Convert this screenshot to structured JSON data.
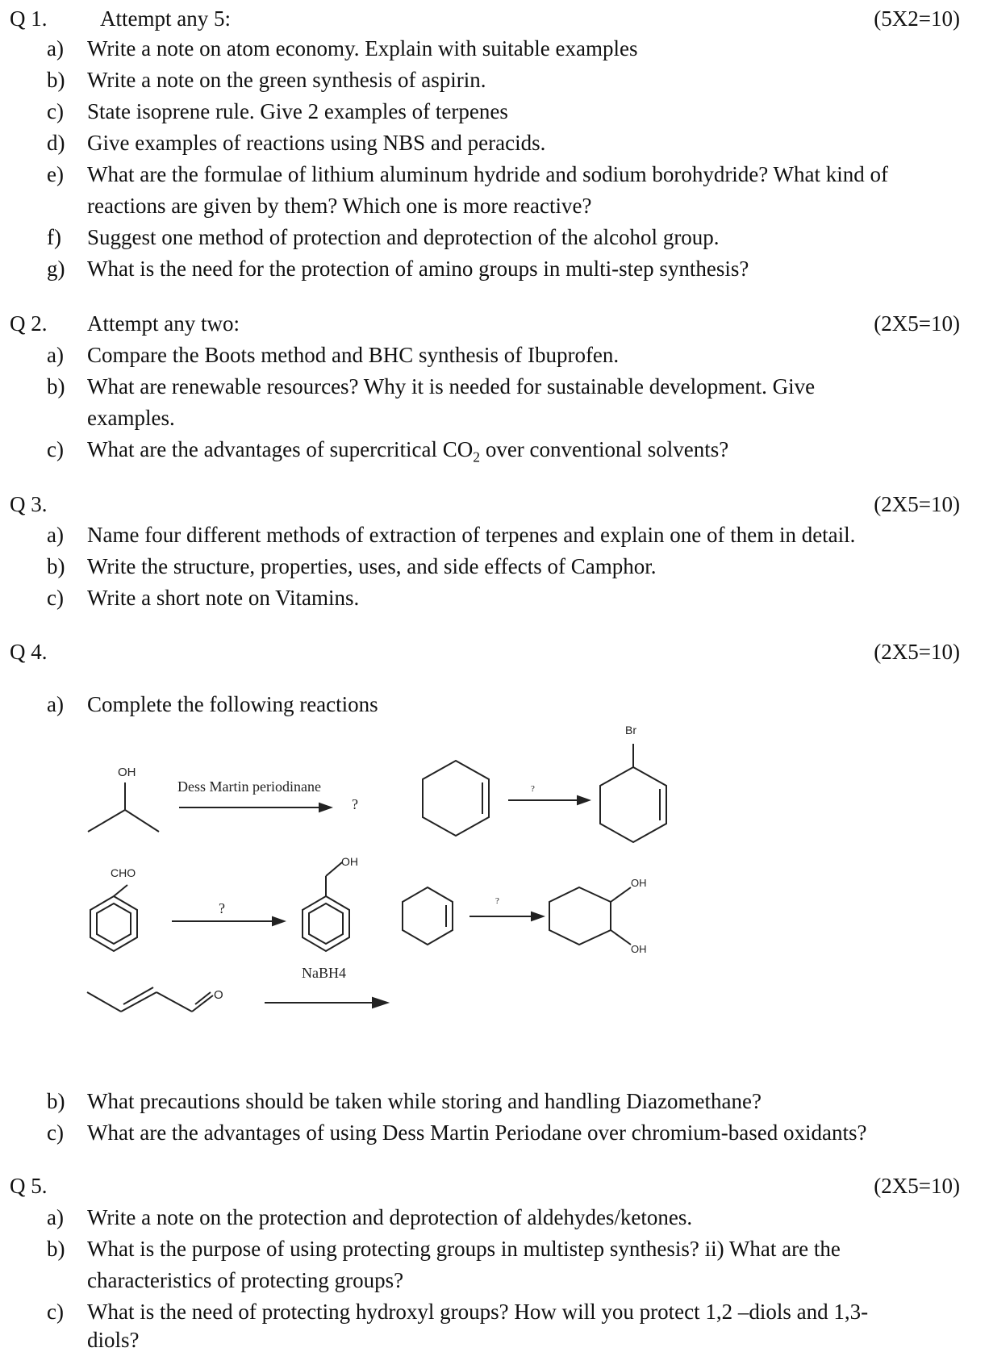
{
  "q1": {
    "number": "Q 1.",
    "heading": "Attempt any 5:",
    "marks": "(5X2=10)",
    "items": [
      {
        "label": "a)",
        "lines": [
          "Write a note on atom economy. Explain with suitable examples"
        ]
      },
      {
        "label": "b)",
        "lines": [
          "Write a note on the green synthesis of aspirin."
        ]
      },
      {
        "label": "c)",
        "lines": [
          "State isoprene rule. Give 2 examples of terpenes"
        ]
      },
      {
        "label": "d)",
        "lines": [
          "Give examples of reactions using NBS and peracids."
        ]
      },
      {
        "label": "e)",
        "lines": [
          "What are the formulae of lithium aluminum hydride and sodium borohydride? What kind of",
          "reactions are given by them? Which one is more reactive?"
        ]
      },
      {
        "label": "f)",
        "lines": [
          "Suggest one method of protection and deprotection of the alcohol group."
        ]
      },
      {
        "label": "g)",
        "lines": [
          "What is the need for the protection of amino groups in multi-step synthesis?"
        ]
      }
    ]
  },
  "q2": {
    "number": "Q 2.",
    "heading": "Attempt any two:",
    "marks": "(2X5=10)",
    "items": [
      {
        "label": "a)",
        "lines": [
          "Compare the Boots method and BHC synthesis of Ibuprofen."
        ]
      },
      {
        "label": "b)",
        "lines": [
          "What are renewable resources?  Why it is needed for sustainable development. Give",
          "examples."
        ]
      },
      {
        "label": "c)",
        "text_before": "What are the advantages of supercritical CO",
        "subscript": "2",
        "text_after": " over conventional solvents?"
      }
    ]
  },
  "q3": {
    "number": "Q 3.",
    "marks": "(2X5=10)",
    "items": [
      {
        "label": "a)",
        "lines": [
          "Name four different methods of extraction of terpenes and explain one of them in detail."
        ]
      },
      {
        "label": "b)",
        "lines": [
          "Write the structure, properties, uses, and side effects of Camphor."
        ]
      },
      {
        "label": "c)",
        "lines": [
          "Write a short note on Vitamins."
        ]
      }
    ]
  },
  "q4": {
    "number": "Q 4.",
    "marks": "(2X5=10)",
    "items": [
      {
        "label": "a)",
        "lines": [
          "Complete the following reactions"
        ]
      },
      {
        "label": "b)",
        "lines": [
          "What precautions should be taken while storing and handling Diazomethane?"
        ]
      },
      {
        "label": "c)",
        "lines": [
          "What are the advantages of using Dess Martin Periodane over chromium-based oxidants?"
        ]
      }
    ],
    "reactions": {
      "oh_label": "OH",
      "cho_label": "CHO",
      "br_label": "Br",
      "o_label": "O",
      "reagent_dmp": "Dess Martin periodinane",
      "reagent_nabh4": "NaBH4",
      "unknown": "?"
    }
  },
  "q5": {
    "number": "Q 5.",
    "marks": "(2X5=10)",
    "items": [
      {
        "label": "a)",
        "lines": [
          "Write a note on the protection and deprotection of aldehydes/ketones."
        ]
      },
      {
        "label": "b)",
        "lines": [
          "What is the purpose of using protecting groups in multistep synthesis?  ii) What are the",
          "characteristics of protecting groups?"
        ]
      },
      {
        "label": "c)",
        "lines": [
          "What is the need of protecting hydroxyl groups? How will you protect 1,2 –diols and 1,3-",
          "diols?"
        ]
      }
    ]
  }
}
